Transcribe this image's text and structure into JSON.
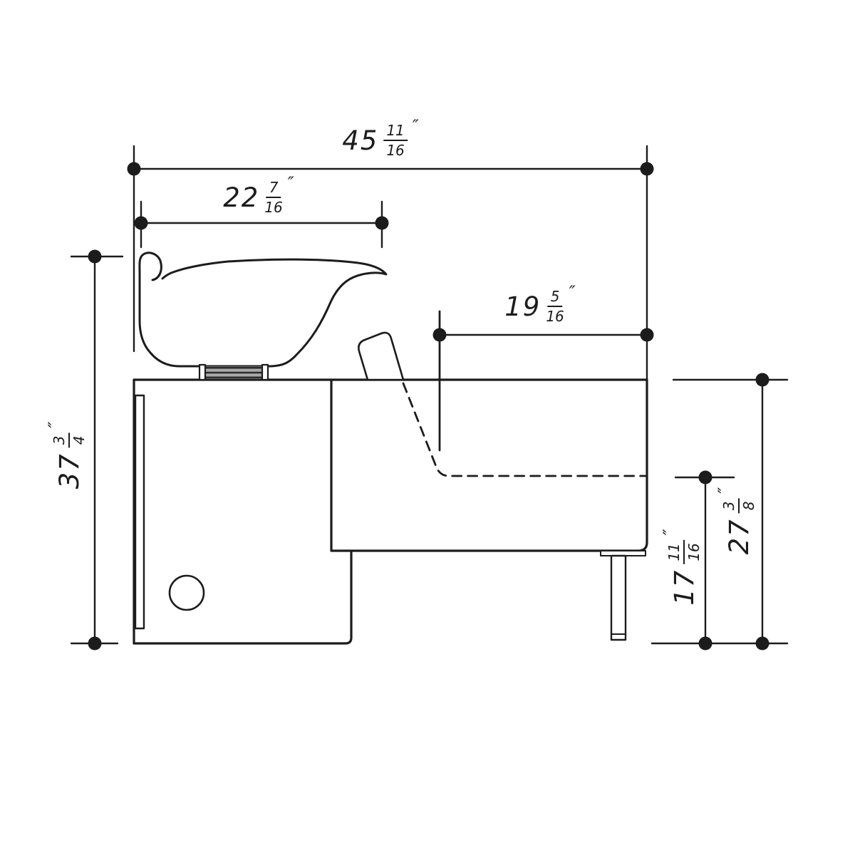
{
  "drawing": {
    "type": "technical-side-elevation",
    "subject": "shampoo-backwash-unit",
    "background": "#ffffff",
    "line_color": "#1c1c1c",
    "dims": {
      "overall_width": {
        "whole": "45",
        "num": "11",
        "den": "16",
        "unit": "″"
      },
      "bowl_width": {
        "whole": "22",
        "num": "7",
        "den": "16",
        "unit": "″"
      },
      "seat_depth": {
        "whole": "19",
        "num": "5",
        "den": "16",
        "unit": "″"
      },
      "overall_height": {
        "whole": "37",
        "num": "3",
        "den": "4",
        "unit": "″"
      },
      "seat_height": {
        "whole": "17",
        "num": "11",
        "den": "16",
        "unit": "″"
      },
      "counter_height": {
        "whole": "27",
        "num": "3",
        "den": "8",
        "unit": "″"
      }
    }
  }
}
